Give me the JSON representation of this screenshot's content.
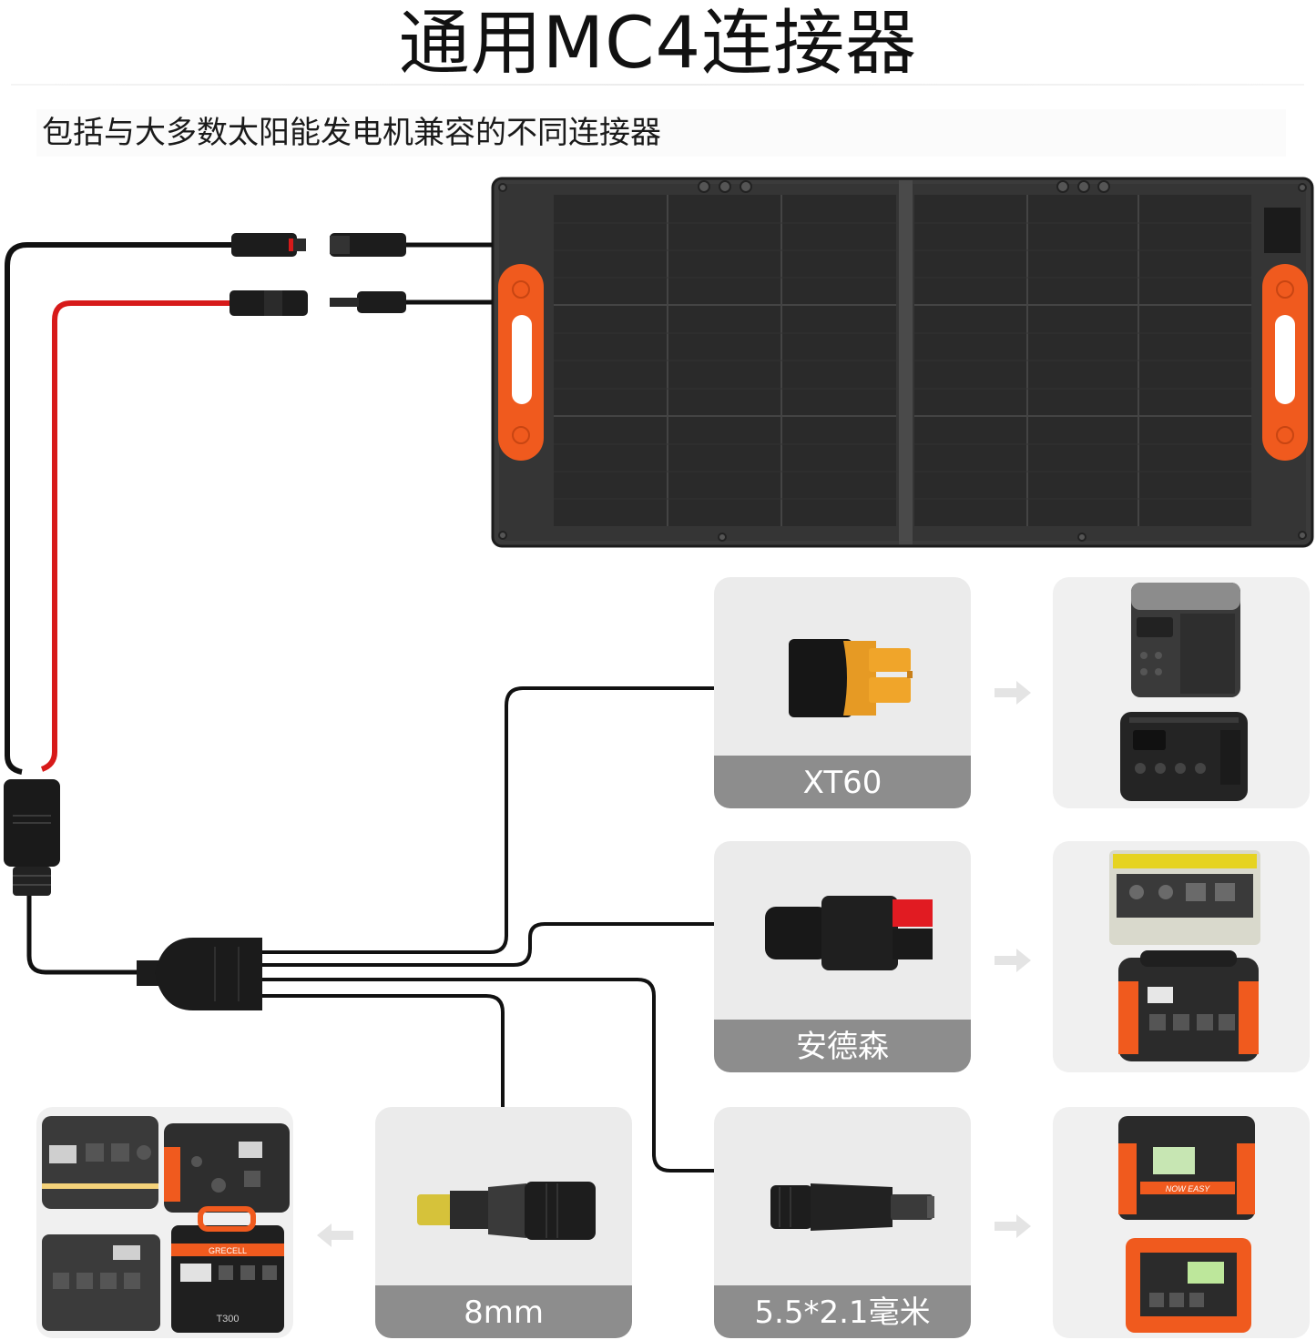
{
  "title": "通用MC4连接器",
  "subtitle": "包括与大多数太阳能发电机兼容的不同连接器",
  "connectors": [
    {
      "label": "XT60"
    },
    {
      "label": "安德森"
    },
    {
      "label": "8mm"
    },
    {
      "label": "5.5*2.1毫米"
    }
  ],
  "brand_texts": {
    "showcase_4_brand": "GRECELL",
    "showcase_4_model": "T300",
    "showcase_3_brand": "NOW EASY"
  },
  "icons": {
    "solar_panel": "solar-panel-icon",
    "arrow": "arrow-right-icon",
    "arrow_left": "arrow-left-icon"
  },
  "colors": {
    "accent_orange": "#f05a1e",
    "cable_red": "#d71a1a",
    "cable_black": "#111111",
    "label_gray": "#8d8d8d",
    "xt60_yellow": "#f0a52a",
    "anderson_red": "#e11b22"
  }
}
